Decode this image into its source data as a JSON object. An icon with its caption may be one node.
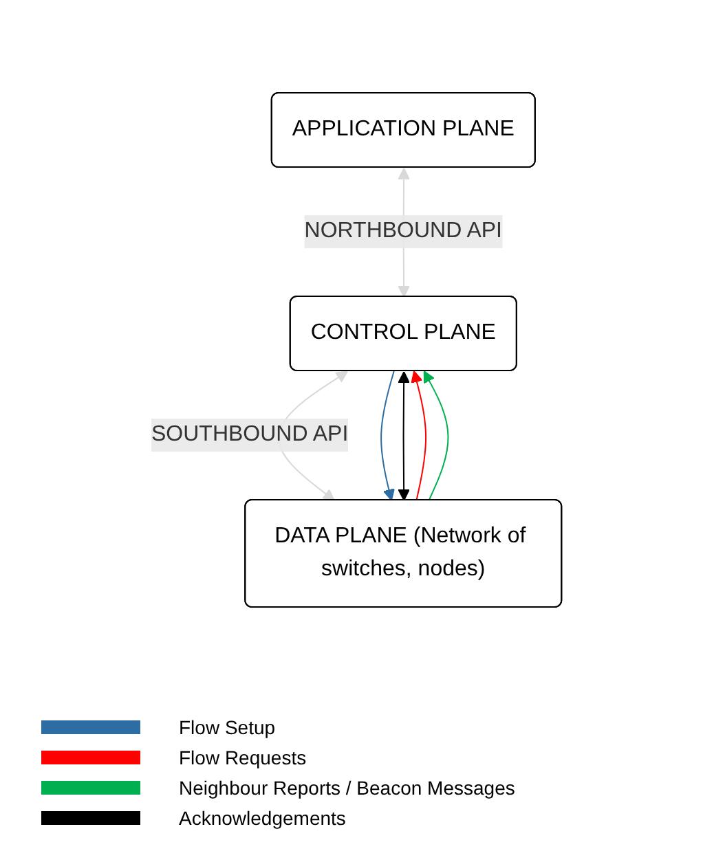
{
  "diagram": {
    "nodes": [
      {
        "text": [
          "APPLICATION PLANE"
        ]
      },
      {
        "text": [
          "CONTROL PLANE"
        ]
      },
      {
        "text": [
          "DATA PLANE (Network of switches, nodes)"
        ]
      }
    ],
    "edges": [
      {
        "from": 0,
        "to": 1,
        "arrow": "both",
        "label": "NORTHBOUND API",
        "color": "#d9d9d9"
      },
      {
        "from": 1,
        "to": 2,
        "arrow": "both",
        "label": "SOUTHBOUND API",
        "color": "#d9d9d9"
      },
      {
        "from": 1,
        "to": 2,
        "arrow": "to",
        "color": "#2e6da4"
      },
      {
        "from": 2,
        "to": 1,
        "arrow": "to",
        "color": "#ff0000"
      },
      {
        "from": 2,
        "to": 1,
        "arrow": "to",
        "color": "#00b050"
      },
      {
        "from": 1,
        "to": 2,
        "arrow": "both",
        "color": "#000000"
      }
    ],
    "legend": [
      {
        "text": "Flow Setup",
        "color": "#2e6da4"
      },
      {
        "text": "Flow Requests",
        "color": "#ff0000"
      },
      {
        "text": "Neighbour Reports / Beacon Messages",
        "color": "#00b050"
      },
      {
        "text": "Acknowledgements",
        "color": "#000000"
      }
    ]
  }
}
